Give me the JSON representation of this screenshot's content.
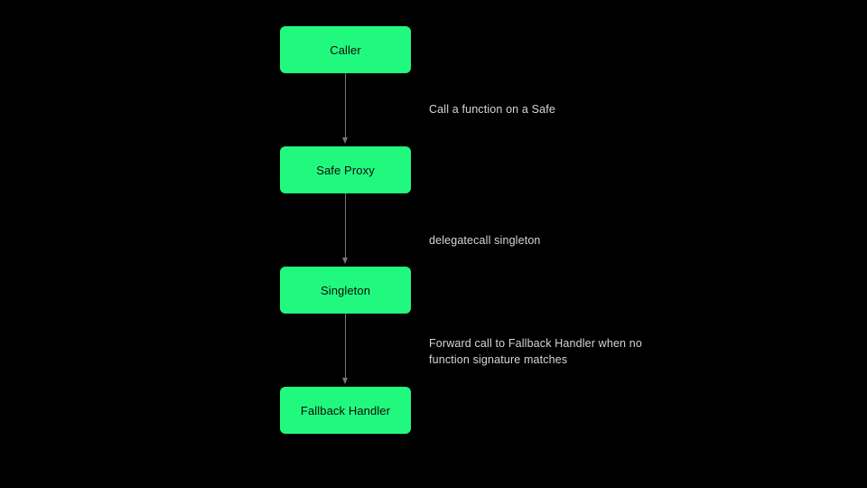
{
  "diagram": {
    "type": "flowchart",
    "direction": "top-down",
    "background_color": "#000000",
    "node_fill_color": "#21f97e",
    "node_text_color": "#0b0b0b",
    "edge_color": "#757575",
    "edge_label_color": "#d6d6d6",
    "nodes": [
      {
        "id": "caller",
        "label": "Caller"
      },
      {
        "id": "proxy",
        "label": "Safe Proxy"
      },
      {
        "id": "single",
        "label": "Singleton"
      },
      {
        "id": "fallback",
        "label": "Fallback Handler"
      }
    ],
    "edges": [
      {
        "from": "caller",
        "to": "proxy",
        "label": "Call a function on a Safe"
      },
      {
        "from": "proxy",
        "to": "single",
        "label": "delegatecall singleton"
      },
      {
        "from": "single",
        "to": "fallback",
        "label": "Forward call to Fallback Handler when no\nfunction signature matches"
      }
    ]
  }
}
